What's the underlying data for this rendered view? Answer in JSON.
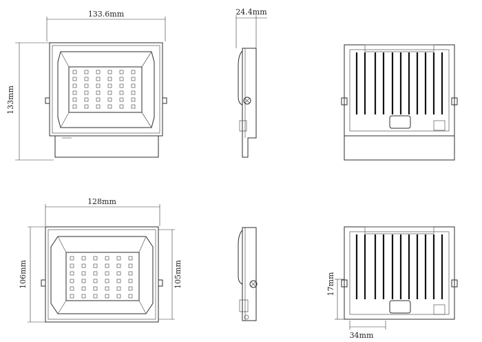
{
  "dimensions": {
    "top_width": "133.6mm",
    "top_height": "133mm",
    "top_depth": "24.4mm",
    "bottom_width": "128mm",
    "bottom_height_left": "106mm",
    "bottom_height_right": "105mm",
    "mount_height": "17mm",
    "mount_offset": "34mm"
  },
  "colors": {
    "line": "#2b2b2b",
    "background": "#ffffff"
  }
}
